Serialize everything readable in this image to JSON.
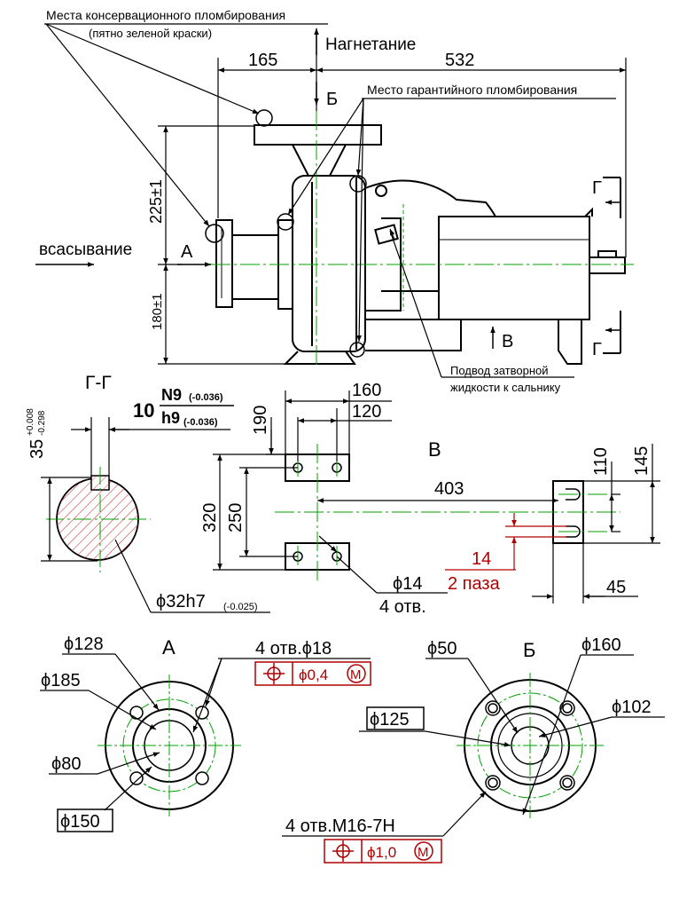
{
  "annotations": {
    "conservation_seal": "Места консервационного пломбирования",
    "green_paint_note": "(пятно зеленой краски)",
    "warranty_seal": "Место гарантийного пломбирования",
    "discharge": "Нагнетание",
    "suction": "всасывание",
    "seal_liquid_line1": "Подвод затворной",
    "seal_liquid_line2": "жидкости к сальнику"
  },
  "view_letters": {
    "a_arrow": "А",
    "b_arrow": "Б",
    "v_arrow": "В",
    "g_top": "Г",
    "g_bottom": "Г",
    "section_gg": "Г-Г",
    "view_v": "В",
    "view_a": "А",
    "view_b": "Б"
  },
  "dimensions": {
    "side": {
      "d165": "165",
      "d532": "532",
      "d225": "225±1",
      "d180": "180±1"
    },
    "section_gg": {
      "key_width": "10",
      "fit_upper": "N9",
      "fit_upper_tol": "(-0.036)",
      "fit_lower": "h9",
      "fit_lower_tol": "(-0.036)",
      "key_height_nominal": "35",
      "key_height_tol_upper": "+0.008",
      "key_height_tol_lower": "-0.298",
      "shaft": "ϕ32h7",
      "shaft_tol": "(-0.025)"
    },
    "view_v": {
      "d160": "160",
      "d120": "120",
      "d190": "190",
      "d320": "320",
      "d250": "250",
      "d403": "403",
      "d110": "110",
      "d145": "145",
      "d14": "14",
      "slots": "2 паза",
      "d45": "45",
      "hole": "ϕ14",
      "hole_count": "4 отв."
    },
    "view_a": {
      "d128": "ϕ128",
      "d185": "ϕ185",
      "d80": "ϕ80",
      "d150": "ϕ150",
      "holes": "4 отв.ϕ18",
      "position_tol": "ϕ0,4",
      "mmc": "M"
    },
    "view_b": {
      "d50": "ϕ50",
      "d160": "ϕ160",
      "d102": "ϕ102",
      "d125": "ϕ125",
      "holes": "4 отв.M16-7H",
      "position_tol": "ϕ1,0",
      "mmc": "M"
    }
  },
  "colors": {
    "ink": "#000000",
    "centerline": "#00a000",
    "hatch": "#d02020",
    "tolerance": "#b00000"
  }
}
